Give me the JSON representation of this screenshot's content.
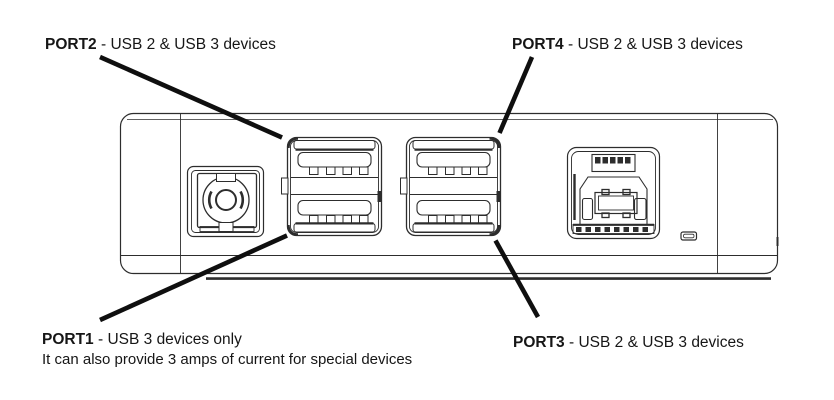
{
  "colors": {
    "bg": "#ffffff",
    "line": "#2d2d2d",
    "leader": "#0f0f0f",
    "text": "#161616"
  },
  "labels": {
    "port2": {
      "name": "PORT2",
      "desc": " - USB 2 & USB 3 devices"
    },
    "port4": {
      "name": "PORT4",
      "desc": " - USB 2 & USB 3 devices"
    },
    "port1": {
      "name": "PORT1",
      "desc": " - USB 3 devices only",
      "note": "It can also provide 3 amps of current for special devices"
    },
    "port3": {
      "name": "PORT3",
      "desc": " - USB 2 & USB 3 devices"
    }
  },
  "icons": {
    "device": "usb-hub-rear-panel-drawing",
    "power_jack": "power-jack-icon",
    "usb_a_stack_left": "usb-a-stack-left-icon",
    "usb_a_stack_right": "usb-a-stack-right-icon",
    "usb_b_port": "usb-b-upstream-port-icon",
    "led": "led-indicator-icon",
    "leaders": [
      "leader-line-port2",
      "leader-line-port4",
      "leader-line-port1",
      "leader-line-port3"
    ]
  }
}
